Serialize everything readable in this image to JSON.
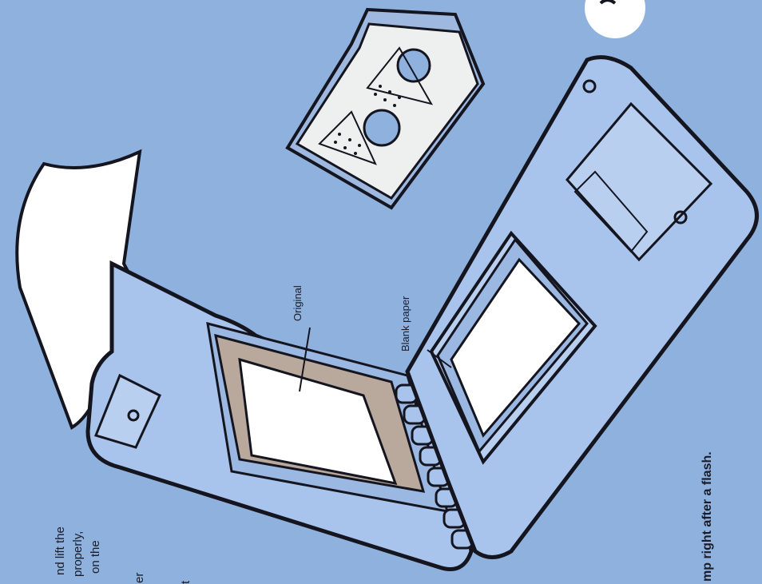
{
  "illustration": {
    "labels": {
      "original": "Original",
      "blank_paper": "Blank paper"
    },
    "caption_fragments": [
      "nd lift the",
      "properly,",
      "on the",
      "er",
      "t"
    ],
    "bottom_caption": "mp right after a flash.",
    "colors": {
      "background": "#8fb1dd",
      "device_body": "#a9c4ec",
      "outline": "#14151f",
      "paper": "#ffffff",
      "frame": "#b9a99d"
    }
  }
}
